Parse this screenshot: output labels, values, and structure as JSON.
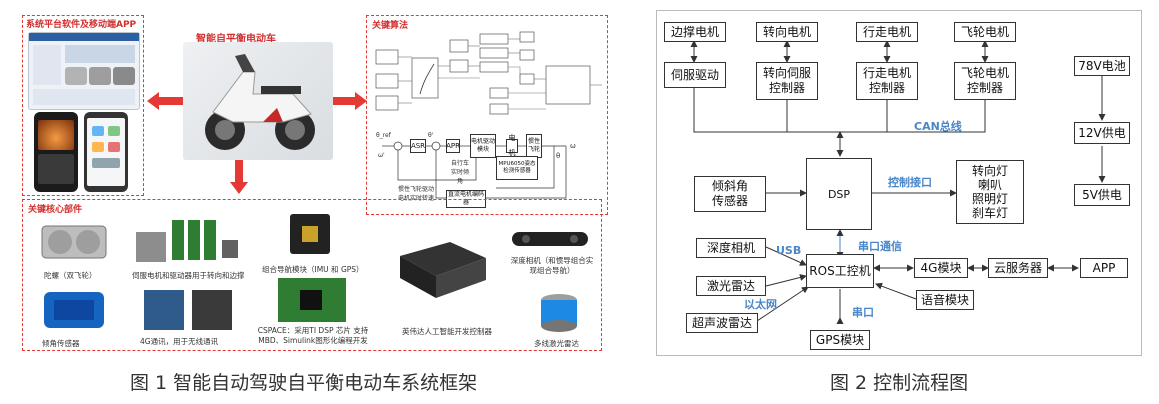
{
  "left_figure": {
    "caption": "图 1 智能自动驾驶自平衡电动车系统框架",
    "center_title": "智能自平衡电动车",
    "platform": {
      "title": "系统平台软件及移动端APP"
    },
    "algorithm": {
      "title": "关键算法",
      "blocks": [
        "ASR",
        "APR",
        "电机驱动模块",
        "电机",
        "惯性飞轮",
        "自行车实时倾角",
        "MPU6050姿态检测传感器",
        "惯性飞轮驱动电机实时转速",
        "直流电机编码器"
      ],
      "symbols": [
        "θ_ref",
        "θ'",
        "ω'",
        "θ",
        "ω"
      ]
    },
    "components": {
      "title": "关键核心部件",
      "items": [
        "陀螺（双飞轮）",
        "伺服电机和驱动器用于转向和边撑",
        "组合导航模块（IMU 和 GPS）",
        "深度相机（和惯导组合实现组合导航）",
        "倾角传感器",
        "4G通讯，用于无线通讯",
        "CSPACE：采用TI DSP 芯片 支持MBD、Simulink图形化编程开发",
        "英伟达人工智能开发控制器",
        "多线激光雷达"
      ]
    }
  },
  "right_figure": {
    "caption": "图 2 控制流程图",
    "top_motors": [
      "边撑电机",
      "转向电机",
      "行走电机",
      "飞轮电机"
    ],
    "drivers": [
      "伺服驱动",
      "转向伺服\n控制器",
      "行走电机\n控制器",
      "飞轮电机\n控制器"
    ],
    "bus_label": "CAN总线",
    "power": [
      "78V电池",
      "12V供电",
      "5V供电"
    ],
    "tilt_sensor": "倾斜角\n传感器",
    "dsp": "DSP",
    "control_interface_label": "控制接口",
    "lights": "转向灯\n喇叭\n照明灯\n刹车灯",
    "serial_comm_label": "串口通信",
    "ros": "ROS工控机",
    "depth_camera": "深度相机",
    "usb_label": "USB",
    "lidar": "激光雷达",
    "ethernet_label": "以太网",
    "ultrasonic": "超声波雷达",
    "gps": "GPS模块",
    "serial_label": "串口",
    "voice": "语音模块",
    "module_4g": "4G模块",
    "cloud": "云服务器",
    "app": "APP"
  },
  "colors": {
    "accent_red": "#e53935",
    "accent_blue": "#4a86c8",
    "line": "#333333"
  }
}
